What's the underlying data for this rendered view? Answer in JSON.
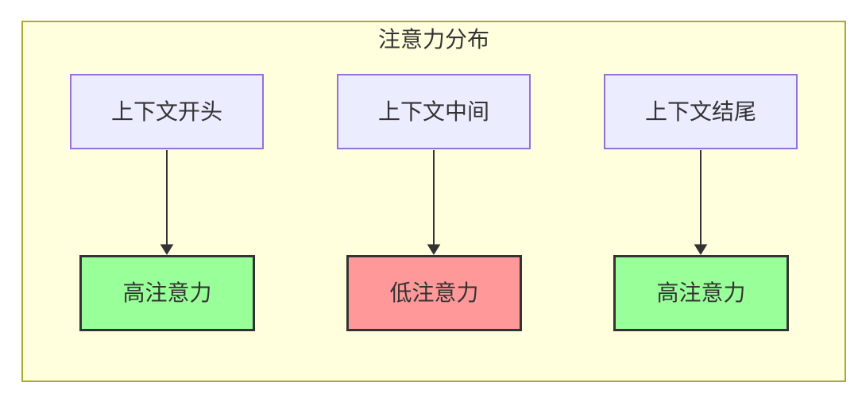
{
  "diagram": {
    "title": "注意力分布",
    "top_nodes": [
      {
        "id": "context-start",
        "label": "上下文开头"
      },
      {
        "id": "context-middle",
        "label": "上下文中间"
      },
      {
        "id": "context-end",
        "label": "上下文结尾"
      }
    ],
    "bottom_nodes": [
      {
        "id": "attention-start",
        "label": "高注意力",
        "level": "high"
      },
      {
        "id": "attention-middle",
        "label": "低注意力",
        "level": "low"
      },
      {
        "id": "attention-end",
        "label": "高注意力",
        "level": "high"
      }
    ],
    "edges": [
      {
        "from": "上下文开头",
        "to": "高注意力"
      },
      {
        "from": "上下文中间",
        "to": "低注意力"
      },
      {
        "from": "上下文结尾",
        "to": "高注意力"
      }
    ]
  },
  "colors": {
    "page_bg": "#ffffff",
    "cluster_fill": "#ffffde",
    "cluster_border": "#aaaa33",
    "node_fill": "#ececff",
    "node_border": "#9370db",
    "high_fill": "#99ff99",
    "low_fill": "#ff9999",
    "strong_border": "#333333",
    "text": "#333333",
    "arrow": "#333333"
  }
}
